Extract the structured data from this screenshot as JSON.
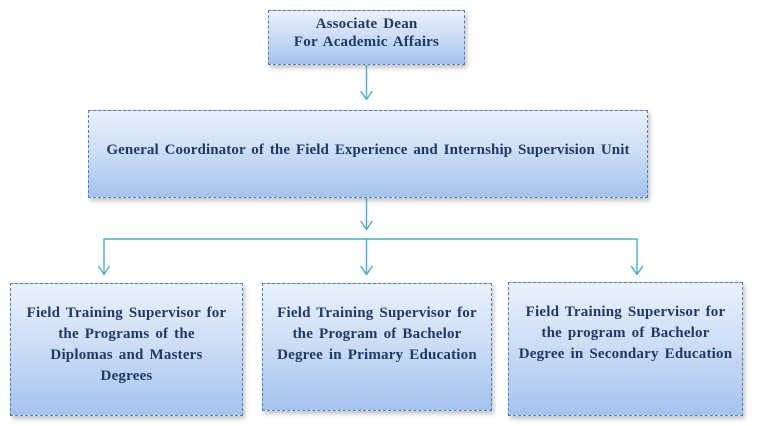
{
  "colors": {
    "connector-color": "#4BACC6",
    "box-border-color": "#4F81BD",
    "box-fill-top": "#EAF1FC",
    "box-fill-mid": "#CCDDF5",
    "box-fill-bottom": "#A4C3EF",
    "text-color": "#1F3A68"
  },
  "nodes": {
    "associate_dean": {
      "label": "Associate Dean\nFor Academic Affairs"
    },
    "general_coordinator": {
      "label": "General Coordinator of the Field Experience and Internship Supervision Unit"
    },
    "supervisor_diplomas_masters": {
      "label": "Field Training Supervisor for\nthe Programs of the\nDiplomas and Masters\nDegrees"
    },
    "supervisor_bachelor_primary": {
      "label": "Field Training Supervisor for\nthe Program of Bachelor\nDegree in Primary Education"
    },
    "supervisor_bachelor_secondary": {
      "label": "Field Training Supervisor for\nthe program of Bachelor\nDegree in Secondary Education"
    }
  },
  "edges": [
    {
      "from": "associate_dean",
      "to": "general_coordinator"
    },
    {
      "from": "general_coordinator",
      "to": "supervisor_diplomas_masters"
    },
    {
      "from": "general_coordinator",
      "to": "supervisor_bachelor_primary"
    },
    {
      "from": "general_coordinator",
      "to": "supervisor_bachelor_secondary"
    }
  ]
}
